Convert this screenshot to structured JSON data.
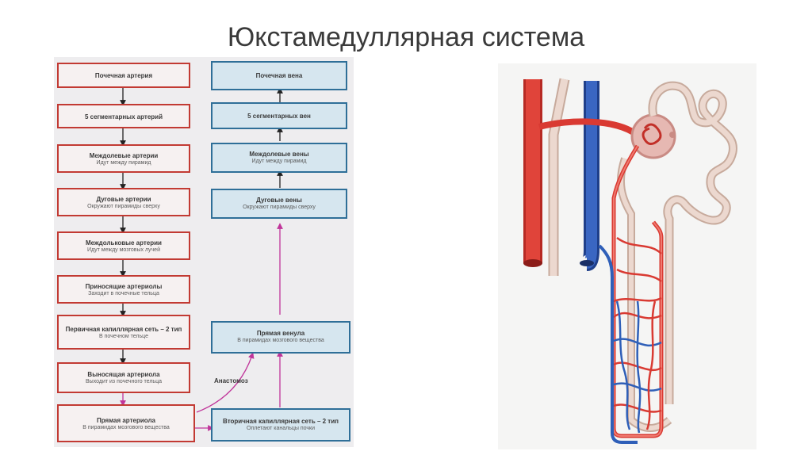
{
  "slide": {
    "title": "Юкстамедуллярная система"
  },
  "flowchart": {
    "arterial": [
      {
        "title": "Почечная артерия",
        "subtitle": ""
      },
      {
        "title": "5 сегментарных артерий",
        "subtitle": ""
      },
      {
        "title": "Междолевые артерии",
        "subtitle": "Идут между пирамид"
      },
      {
        "title": "Дуговые артерии",
        "subtitle": "Окружают пирамиды сверху"
      },
      {
        "title": "Междольковые артерии",
        "subtitle": "Идут между мозговых лучей"
      },
      {
        "title": "Приносящие артериолы",
        "subtitle": "Заходит в почечные тельца"
      },
      {
        "title": "Первичная капиллярная сеть – 2 тип",
        "subtitle": "В почечном тельце"
      },
      {
        "title": "Выносящая артериола",
        "subtitle": "Выходит из почечного тельца"
      },
      {
        "title": "Прямая артериола",
        "subtitle": "В пирамидах мозгового вещества"
      }
    ],
    "venous": [
      {
        "title": "Почечная вена",
        "subtitle": ""
      },
      {
        "title": "5 сегментарных вен",
        "subtitle": ""
      },
      {
        "title": "Междолевые вены",
        "subtitle": "Идут между пирамид"
      },
      {
        "title": "Дуговые вены",
        "subtitle": "Окружают пирамиды сверху"
      }
    ],
    "venule": {
      "title": "Прямая венула",
      "subtitle": "В пирамидах мозгового вещества"
    },
    "secondary_network": {
      "title": "Вторичная капиллярная сеть – 2 тип",
      "subtitle": "Оплетают канальцы почки"
    },
    "anastomosis_label": "Анастомоз",
    "colors": {
      "arterial_border": "#c23a33",
      "venous_border": "#2f6f98",
      "venous_fill": "#d6e6ef",
      "arrow_pink": "#c0359a"
    }
  },
  "illustration": {
    "icon": "nephron-vasa-recta-illustration",
    "colors": {
      "artery": "#d93a32",
      "vein": "#2f5fb8",
      "tubule": "#e9cfc4"
    }
  }
}
